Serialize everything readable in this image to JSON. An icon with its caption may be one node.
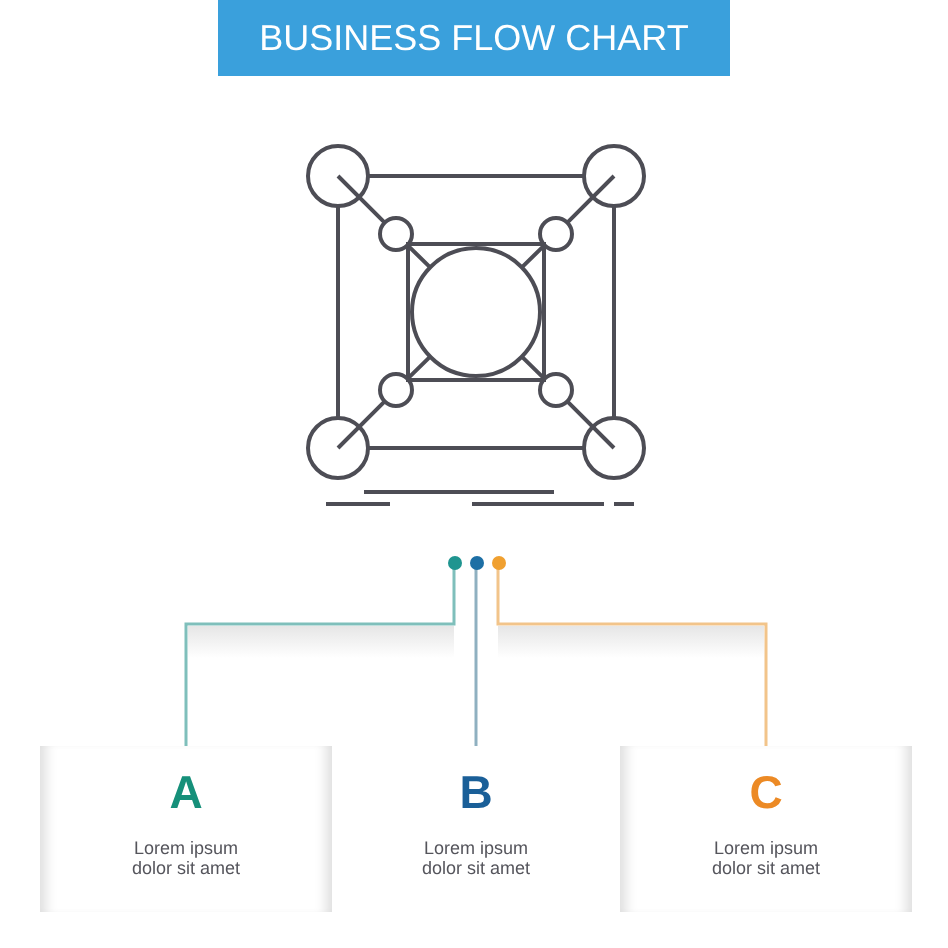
{
  "diagram": {
    "title": "BUSINESS FLOW CHART",
    "nodes": [
      {
        "text": [],
        "shape": "circle"
      },
      {
        "text": [],
        "shape": "circle"
      },
      {
        "text": [],
        "shape": "circle"
      },
      {
        "text": [
          "A",
          "Lorem ipsum dolor sit amet"
        ]
      },
      {
        "text": [
          "B",
          "Lorem ipsum dolor sit amet"
        ]
      },
      {
        "text": [
          "C",
          "Lorem ipsum dolor sit amet"
        ]
      }
    ],
    "edges": [
      {
        "from": 0,
        "to": 3,
        "arrow": "none",
        "color": "#7fbfbb"
      },
      {
        "from": 1,
        "to": 4,
        "arrow": "none",
        "color": "#8fb0c0"
      },
      {
        "from": 2,
        "to": 5,
        "arrow": "none",
        "color": "#f2c48a"
      }
    ]
  }
}
